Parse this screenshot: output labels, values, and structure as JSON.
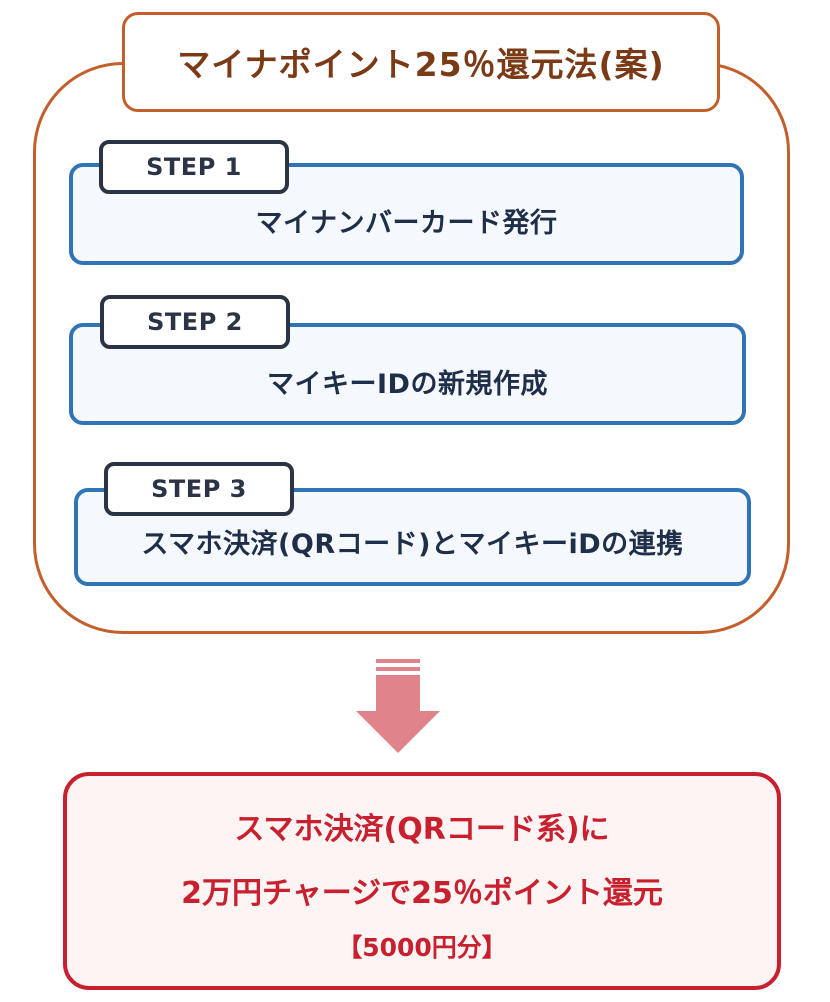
{
  "title": "マイナポイント25％還元法(案)",
  "steps": [
    {
      "tab": "STEP 1",
      "text": "マイナンバーカード発行"
    },
    {
      "tab": "STEP 2",
      "text": "マイキーIDの新規作成"
    },
    {
      "tab": "STEP 3",
      "text": "スマホ決済(QRコード)とマイキーiDの連携"
    }
  ],
  "result": {
    "line1": "スマホ決済(QRコード系)に",
    "line2": "2万円チャージで25％ポイント還元",
    "line3": "【5000円分】"
  },
  "colors": {
    "outer_frame": "#c45f2c",
    "title_text": "#7a3a16",
    "step_border": "#2f74b5",
    "step_tab_border": "#2b3445",
    "arrow": "#e0838a",
    "result": "#c8202f",
    "result_bg": "#fdf4f3"
  },
  "icons": {
    "arrow": "down-arrow-icon"
  }
}
